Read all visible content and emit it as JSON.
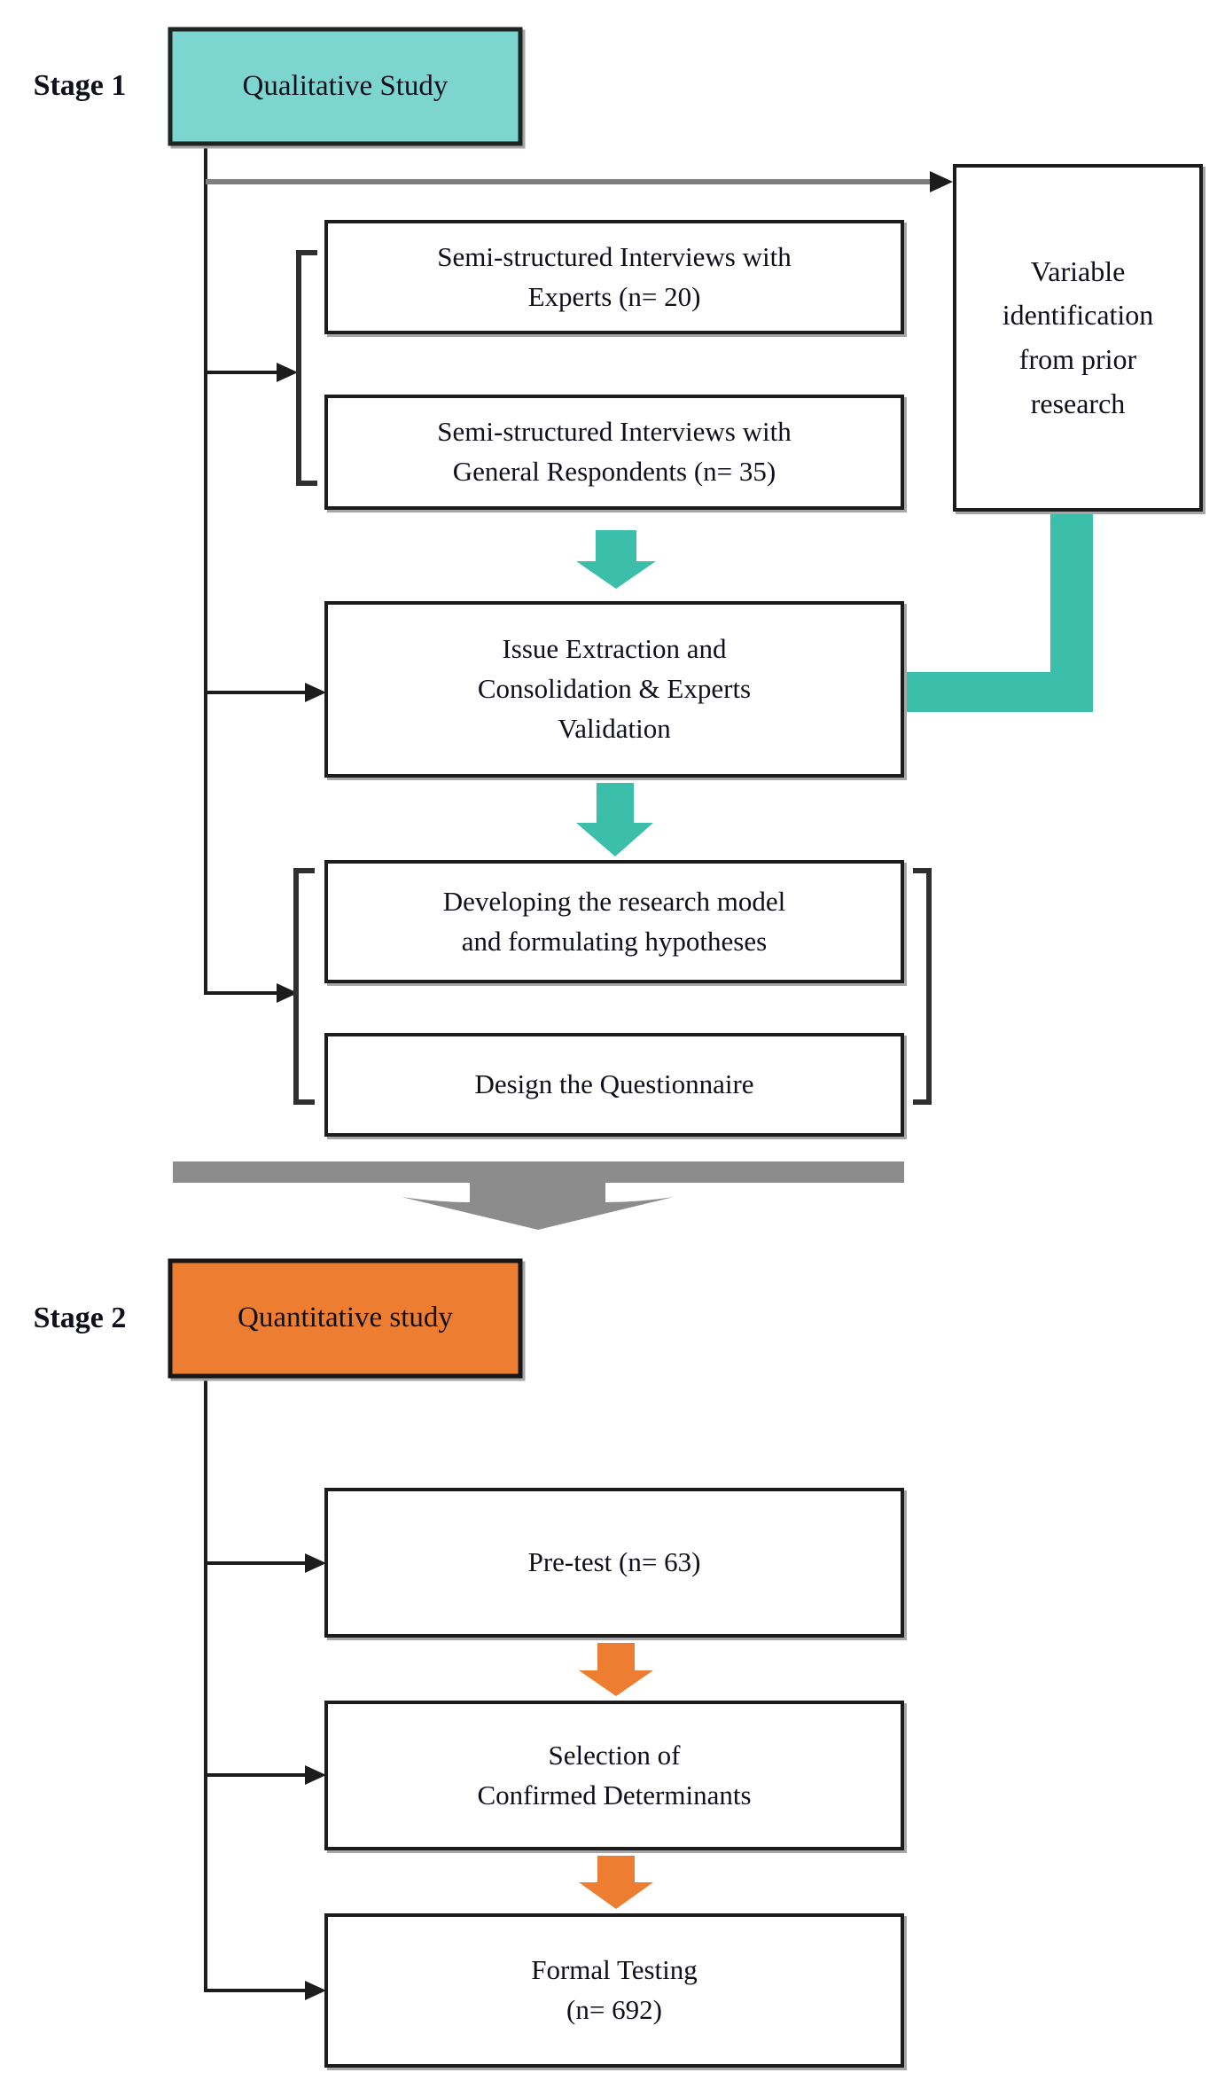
{
  "colors": {
    "stage1_fill": "#7DD5D0",
    "stage2_fill": "#ED7D31",
    "teal_accent": "#3BBFAA",
    "orange_accent": "#ED7D31",
    "gray_arrow": "#8C8C8C",
    "gray_line": "#7F7F7F",
    "line": "#1C1C1C",
    "box_border": "#1C1C1C"
  },
  "stage1": {
    "label": "Stage 1",
    "title": "Qualitative Study",
    "boxes": {
      "experts": "Semi-structured Interviews with\nExperts (n= 20)",
      "respondents": "Semi-structured Interviews with\nGeneral Respondents (n= 35)",
      "variable": "Variable\nidentification\nfrom prior\nresearch",
      "issue": "Issue Extraction and\nConsolidation & Experts\nValidation",
      "developing": "Developing the research model\nand formulating hypotheses",
      "design": "Design the Questionnaire"
    }
  },
  "stage2": {
    "label": "Stage 2",
    "title": "Quantitative study",
    "boxes": {
      "pretest": "Pre-test (n= 63)",
      "selection": "Selection of\nConfirmed Determinants",
      "formal": "Formal Testing\n(n= 692)"
    }
  }
}
